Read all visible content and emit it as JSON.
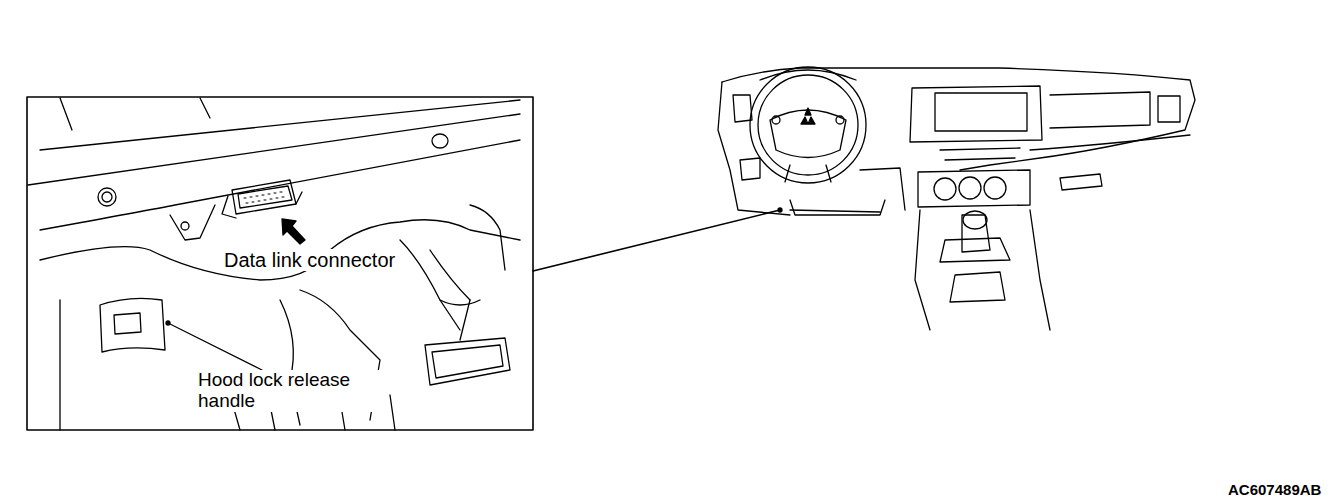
{
  "diagram": {
    "labels": [
      "Data link connector",
      "Hood lock release handle",
      "AC607489AB"
    ]
  }
}
